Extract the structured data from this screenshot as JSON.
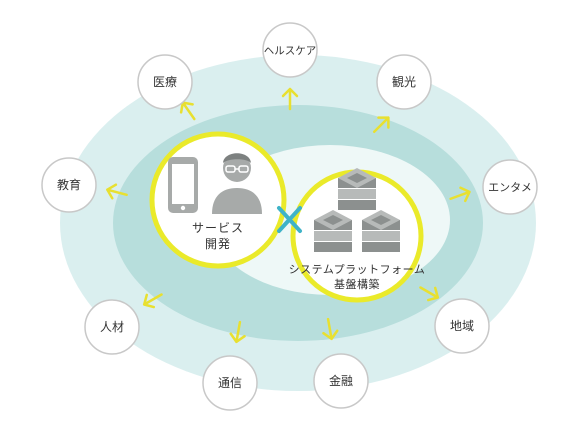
{
  "colors": {
    "ring_outer": "#d3ecec",
    "ring_inner": "#b7dedc",
    "core": "#eef8f7",
    "highlight_circle": "#eaea2a",
    "arrow": "#e8e030",
    "cross": "#3fb3c8",
    "node_fill": "#ffffff",
    "node_stroke": "#c8c8c8",
    "icon_gray": "#a7aaa9",
    "server_dark": "#8c908f",
    "server_light": "#b7bab9"
  },
  "center": {
    "service_label_line1": "サービス",
    "service_label_line2": "開発",
    "platform_label_line1": "システムプラットフォーム",
    "platform_label_line2": "基盤構築"
  },
  "nodes": [
    {
      "id": "healthcare",
      "label": "ヘルスケア"
    },
    {
      "id": "kanko",
      "label": "観光"
    },
    {
      "id": "entame",
      "label": "エンタメ"
    },
    {
      "id": "chiiki",
      "label": "地域"
    },
    {
      "id": "kinyu",
      "label": "金融"
    },
    {
      "id": "tsushin",
      "label": "通信"
    },
    {
      "id": "jinzai",
      "label": "人材"
    },
    {
      "id": "kyoiku",
      "label": "教育"
    },
    {
      "id": "iryo",
      "label": "医療"
    }
  ]
}
